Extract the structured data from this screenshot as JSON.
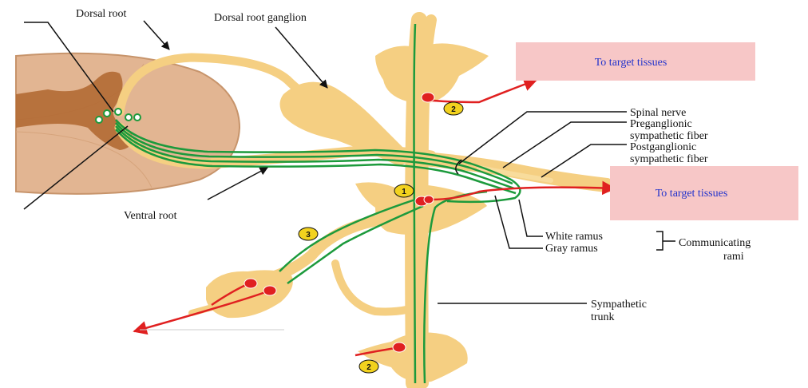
{
  "labels": {
    "dorsal_root": "Dorsal root",
    "dorsal_root_ganglion": "Dorsal root ganglion",
    "ventral_root": "Ventral root",
    "spinal_nerve": "Spinal nerve",
    "preganglionic_1": "Preganglionic",
    "preganglionic_2": "sympathetic fiber",
    "postganglionic_1": "Postganglionic",
    "postganglionic_2": "sympathetic fiber",
    "white_ramus": "White ramus",
    "gray_ramus": "Gray ramus",
    "communicating_1": "Communicating",
    "communicating_2": "rami",
    "sympathetic_1": "Sympathetic",
    "sympathetic_2": "trunk"
  },
  "boxes": {
    "top": "To target tissues",
    "right": "To target tissues"
  },
  "markers": {
    "one": "1",
    "two_top": "2",
    "three": "3",
    "two_bottom": "2"
  },
  "colors": {
    "nerve": "#f5cf82",
    "fiber": "#1c9a3c",
    "efferent": "#e02020",
    "box": "#f7c7c7",
    "box_text": "#2233cc",
    "cord": "#e2b592",
    "grey_matter": "#b26a34",
    "marker": "#f2d21e"
  }
}
